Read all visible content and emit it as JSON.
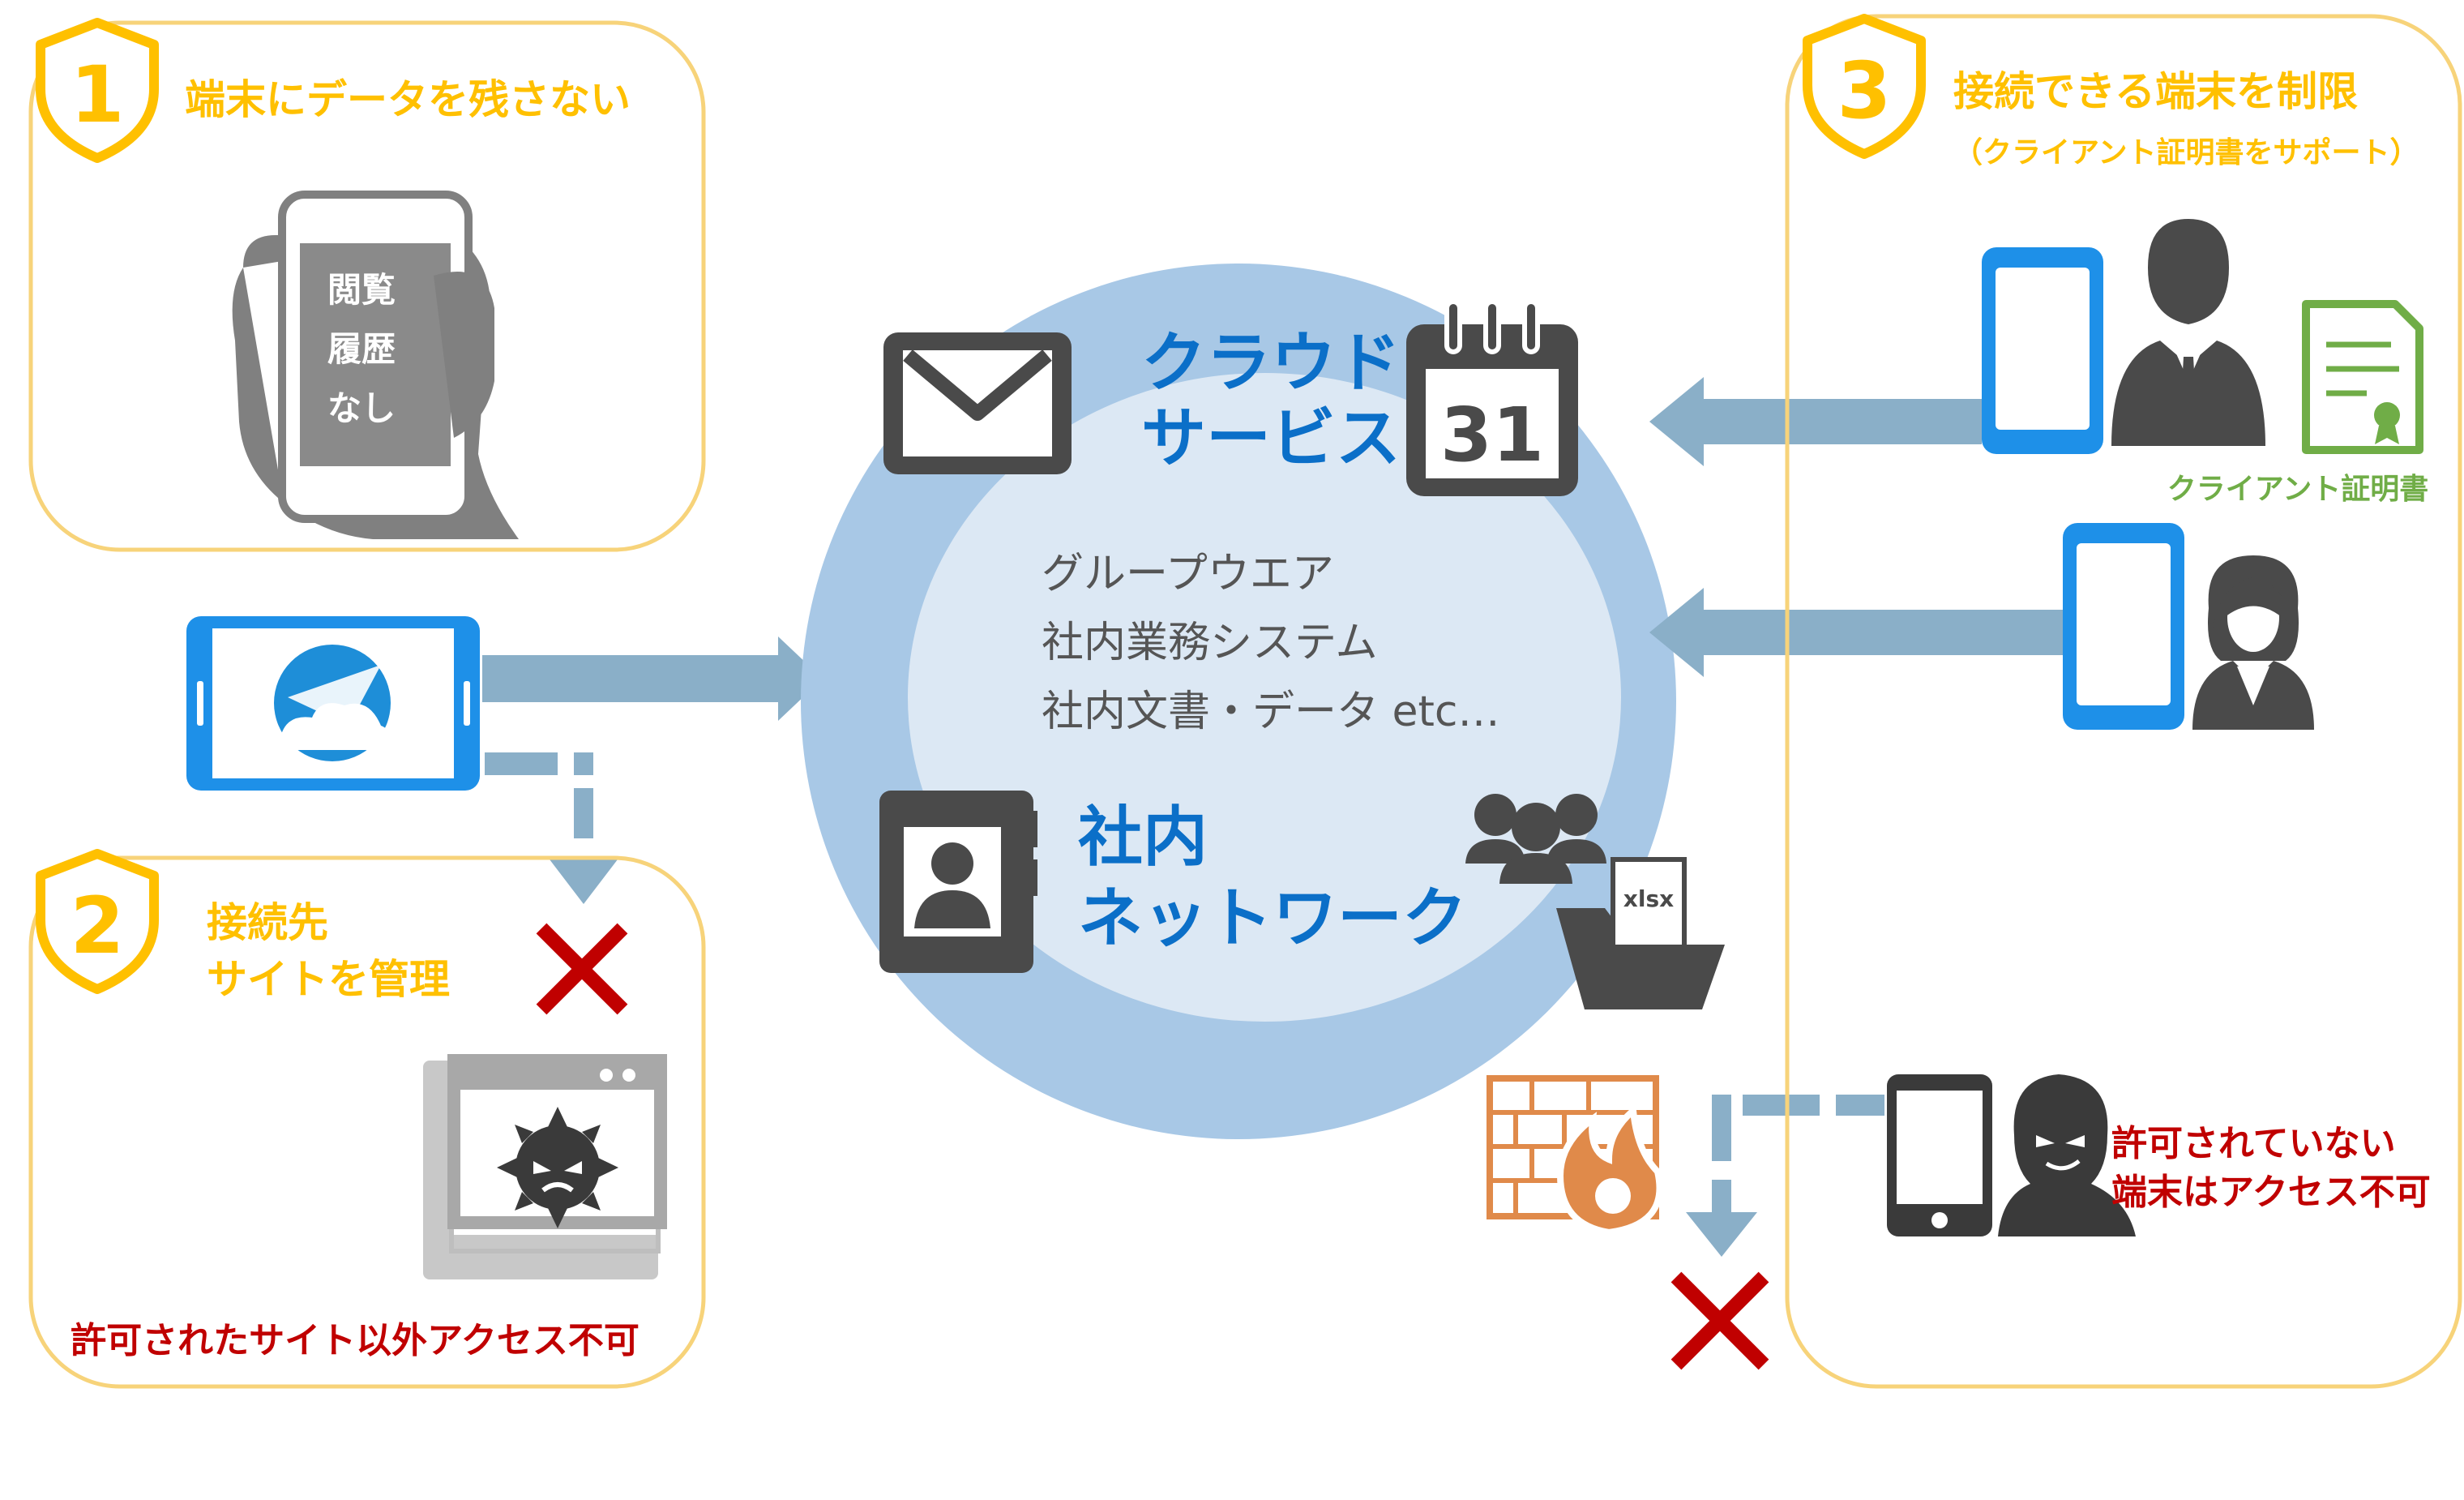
{
  "colors": {
    "accent_yellow": "#FFC000",
    "panel_border": "#F7D37A",
    "cloud_blue": "#0B6FC8",
    "circle_outer": "#A8C8E6",
    "circle_inner": "#DCE8F4",
    "arrow_blue": "#8AAFC8",
    "icon_dark": "#4A4A4A",
    "red": "#C00000",
    "green": "#70AD47",
    "device_blue": "#1E90E8",
    "firewall_orange": "#E08A4A",
    "gray_icon": "#A0A0A0"
  },
  "panel1": {
    "number": "1",
    "title": "端末にデータを残さない",
    "phone_screen_lines": [
      "閲覧",
      "履歴",
      "なし"
    ]
  },
  "panel2": {
    "number": "2",
    "title_lines": [
      "接続先",
      "サイトを管理"
    ],
    "caption": "許可されたサイト以外アクセス不可"
  },
  "panel3": {
    "number": "3",
    "title": "接続できる端末を制限",
    "subtitle": "（クライアント証明書をサポート）",
    "cert_label": "クライアント証明書",
    "denied_lines": [
      "許可されていない",
      "端末はアクセス不可"
    ]
  },
  "center": {
    "cloud_lines": [
      "クラウド",
      "サービス"
    ],
    "calendar_day": "31",
    "service_lines": [
      "グループウエア",
      "社内業務システム",
      "社内文書・データ etc…"
    ],
    "network_lines": [
      "社内",
      "ネットワーク"
    ],
    "file_label": "xlsx"
  },
  "icons": {
    "shield": "shield-icon",
    "hand_phone": "hand-holding-phone-icon",
    "app_tablet": "paper-plane-app-icon",
    "mail": "envelope-icon",
    "calendar": "calendar-icon",
    "contact": "contact-book-icon",
    "group": "user-group-icon",
    "folder": "folder-icon",
    "firewall": "firewall-icon",
    "malware": "virus-window-icon",
    "cert": "certificate-icon",
    "denied": "x-mark-icon"
  }
}
